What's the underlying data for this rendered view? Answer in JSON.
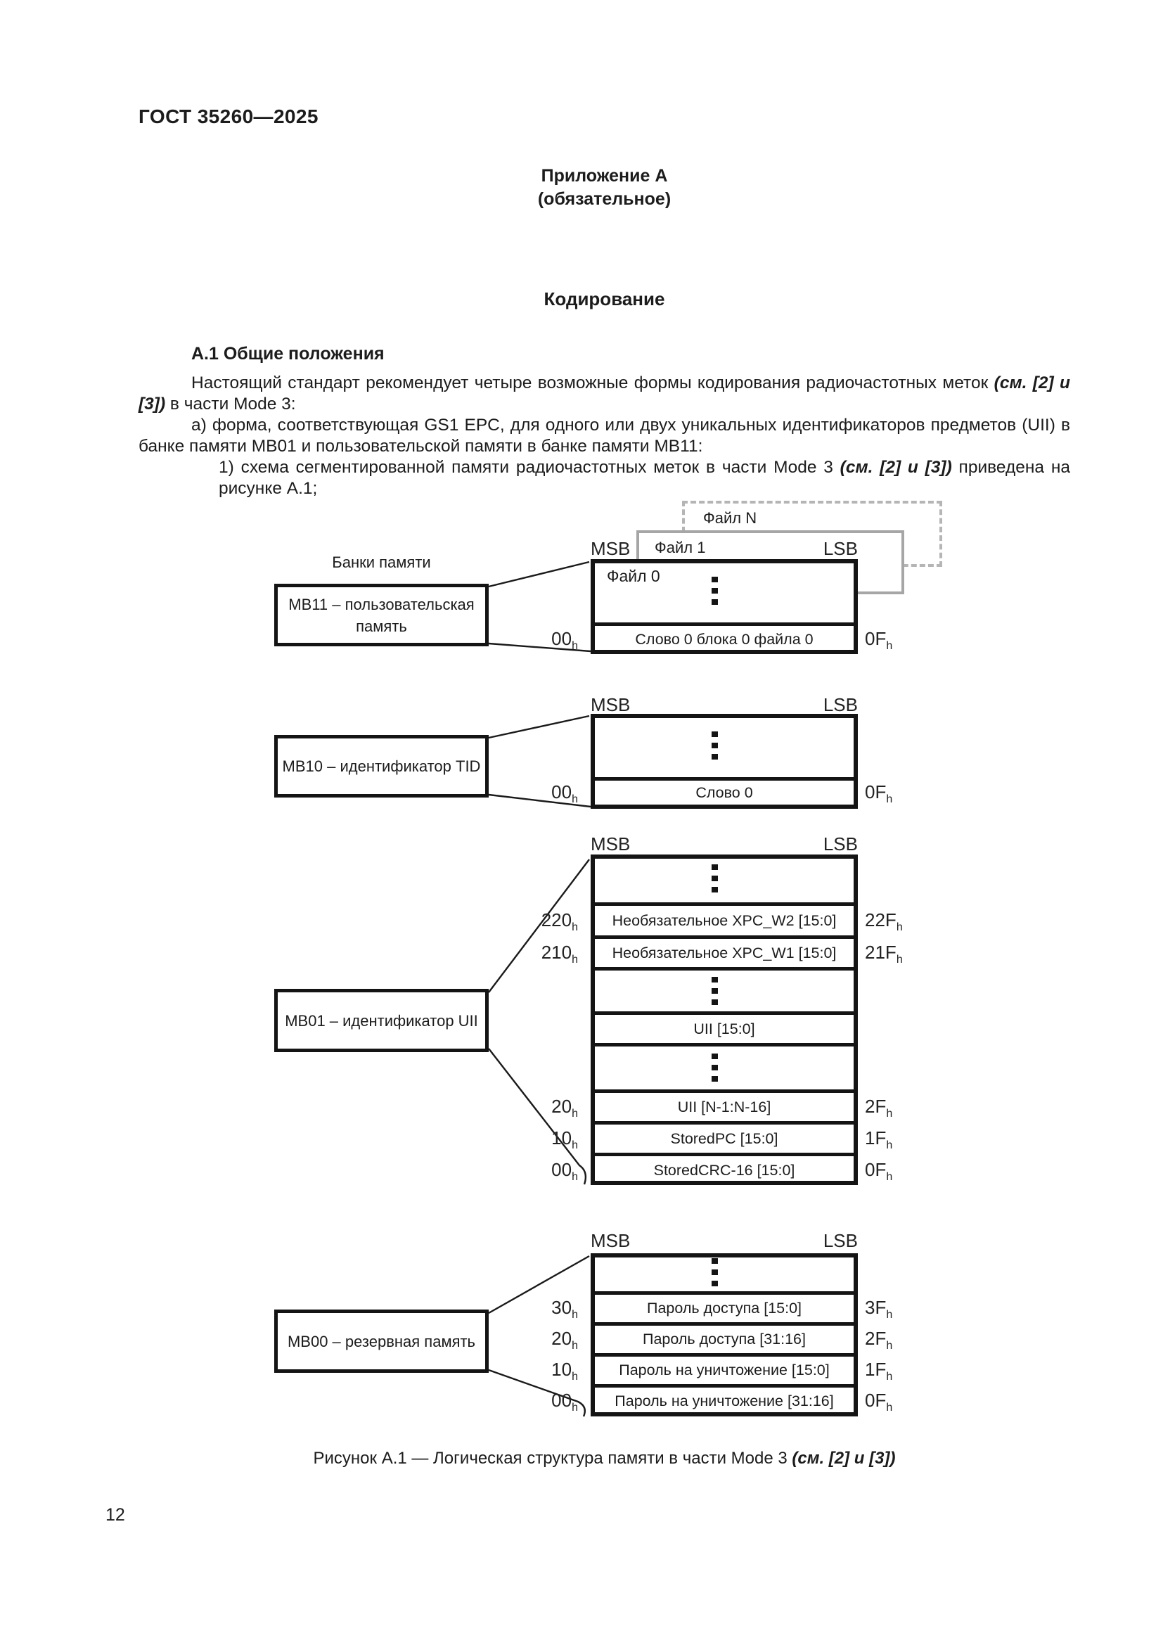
{
  "page": {
    "doc_number": "ГОСТ 35260—2025",
    "appendix_label": "Приложение А",
    "appendix_type": "(обязательное)",
    "chapter_title": "Кодирование",
    "section_heading": "А.1  Общие положения",
    "page_number": "12"
  },
  "body": {
    "line1_text": "Настоящий стандарт рекомендует четыре возможные формы кодирования радиочастотных меток ",
    "line1_ref": "(см. [2] и",
    "line2_ref": "[3])",
    "line2_text": " в части Mode 3:",
    "line3_text": "а) форма, соответствующая GS1 EPC, для одного или двух уникальных идентификаторов предметов (UII) в",
    "line4_text": "банке памяти МВ01 и пользовательской памяти в банке памяти МВ11:",
    "line5_text": "1) схема сегментированной памяти радиочастотных меток в части Mode 3 ",
    "line5_ref": "(см. [2] и [3])",
    "line5_tail": " приведена на",
    "line6_text": "рисунке А.1;"
  },
  "figure": {
    "caption_text": "Рисунок А.1 — Логическая структура памяти в части Mode 3 ",
    "caption_ref": "(см. [2] и [3])",
    "banks_caption": "Банки памяти",
    "msb": "MSB",
    "lsb": "LSB",
    "hex_suffix": "h",
    "mb11": {
      "bank_line1": "МВ11 – пользовательская",
      "bank_line2": "память",
      "file_n": "Файл N",
      "file_1": "Файл 1",
      "file_0": "Файл 0",
      "word_label": "Слово 0 блока 0 файла 0",
      "addr_start": "00",
      "addr_end": "0F"
    },
    "mb10": {
      "bank_label": "МВ10 – идентификатор TID",
      "word_label": "Слово 0",
      "addr_start": "00",
      "addr_end": "0F"
    },
    "mb01": {
      "bank_label": "МВ01 – идентификатор UII",
      "rows": [
        {
          "label": "Необязательное XPC_W2 [15:0]",
          "start": "220",
          "end": "22F"
        },
        {
          "label": "Необязательное XPC_W1 [15:0]",
          "start": "210",
          "end": "21F"
        },
        {
          "label": "UII [15:0]",
          "start": "",
          "end": ""
        },
        {
          "label": "UII [N-1:N-16]",
          "start": "20",
          "end": "2F"
        },
        {
          "label": "StoredPC [15:0]",
          "start": "10",
          "end": "1F"
        },
        {
          "label": "StoredCRC-16 [15:0]",
          "start": "00",
          "end": "0F"
        }
      ]
    },
    "mb00": {
      "bank_label": "МВ00 – резервная память",
      "rows": [
        {
          "label": "Пароль доступа [15:0]",
          "start": "30",
          "end": "3F"
        },
        {
          "label": "Пароль доступа [31:16]",
          "start": "20",
          "end": "2F"
        },
        {
          "label": "Пароль на уничтожение [15:0]",
          "start": "10",
          "end": "1F"
        },
        {
          "label": "Пароль на уничтожение [31:16]",
          "start": "00",
          "end": "0F"
        }
      ]
    }
  }
}
